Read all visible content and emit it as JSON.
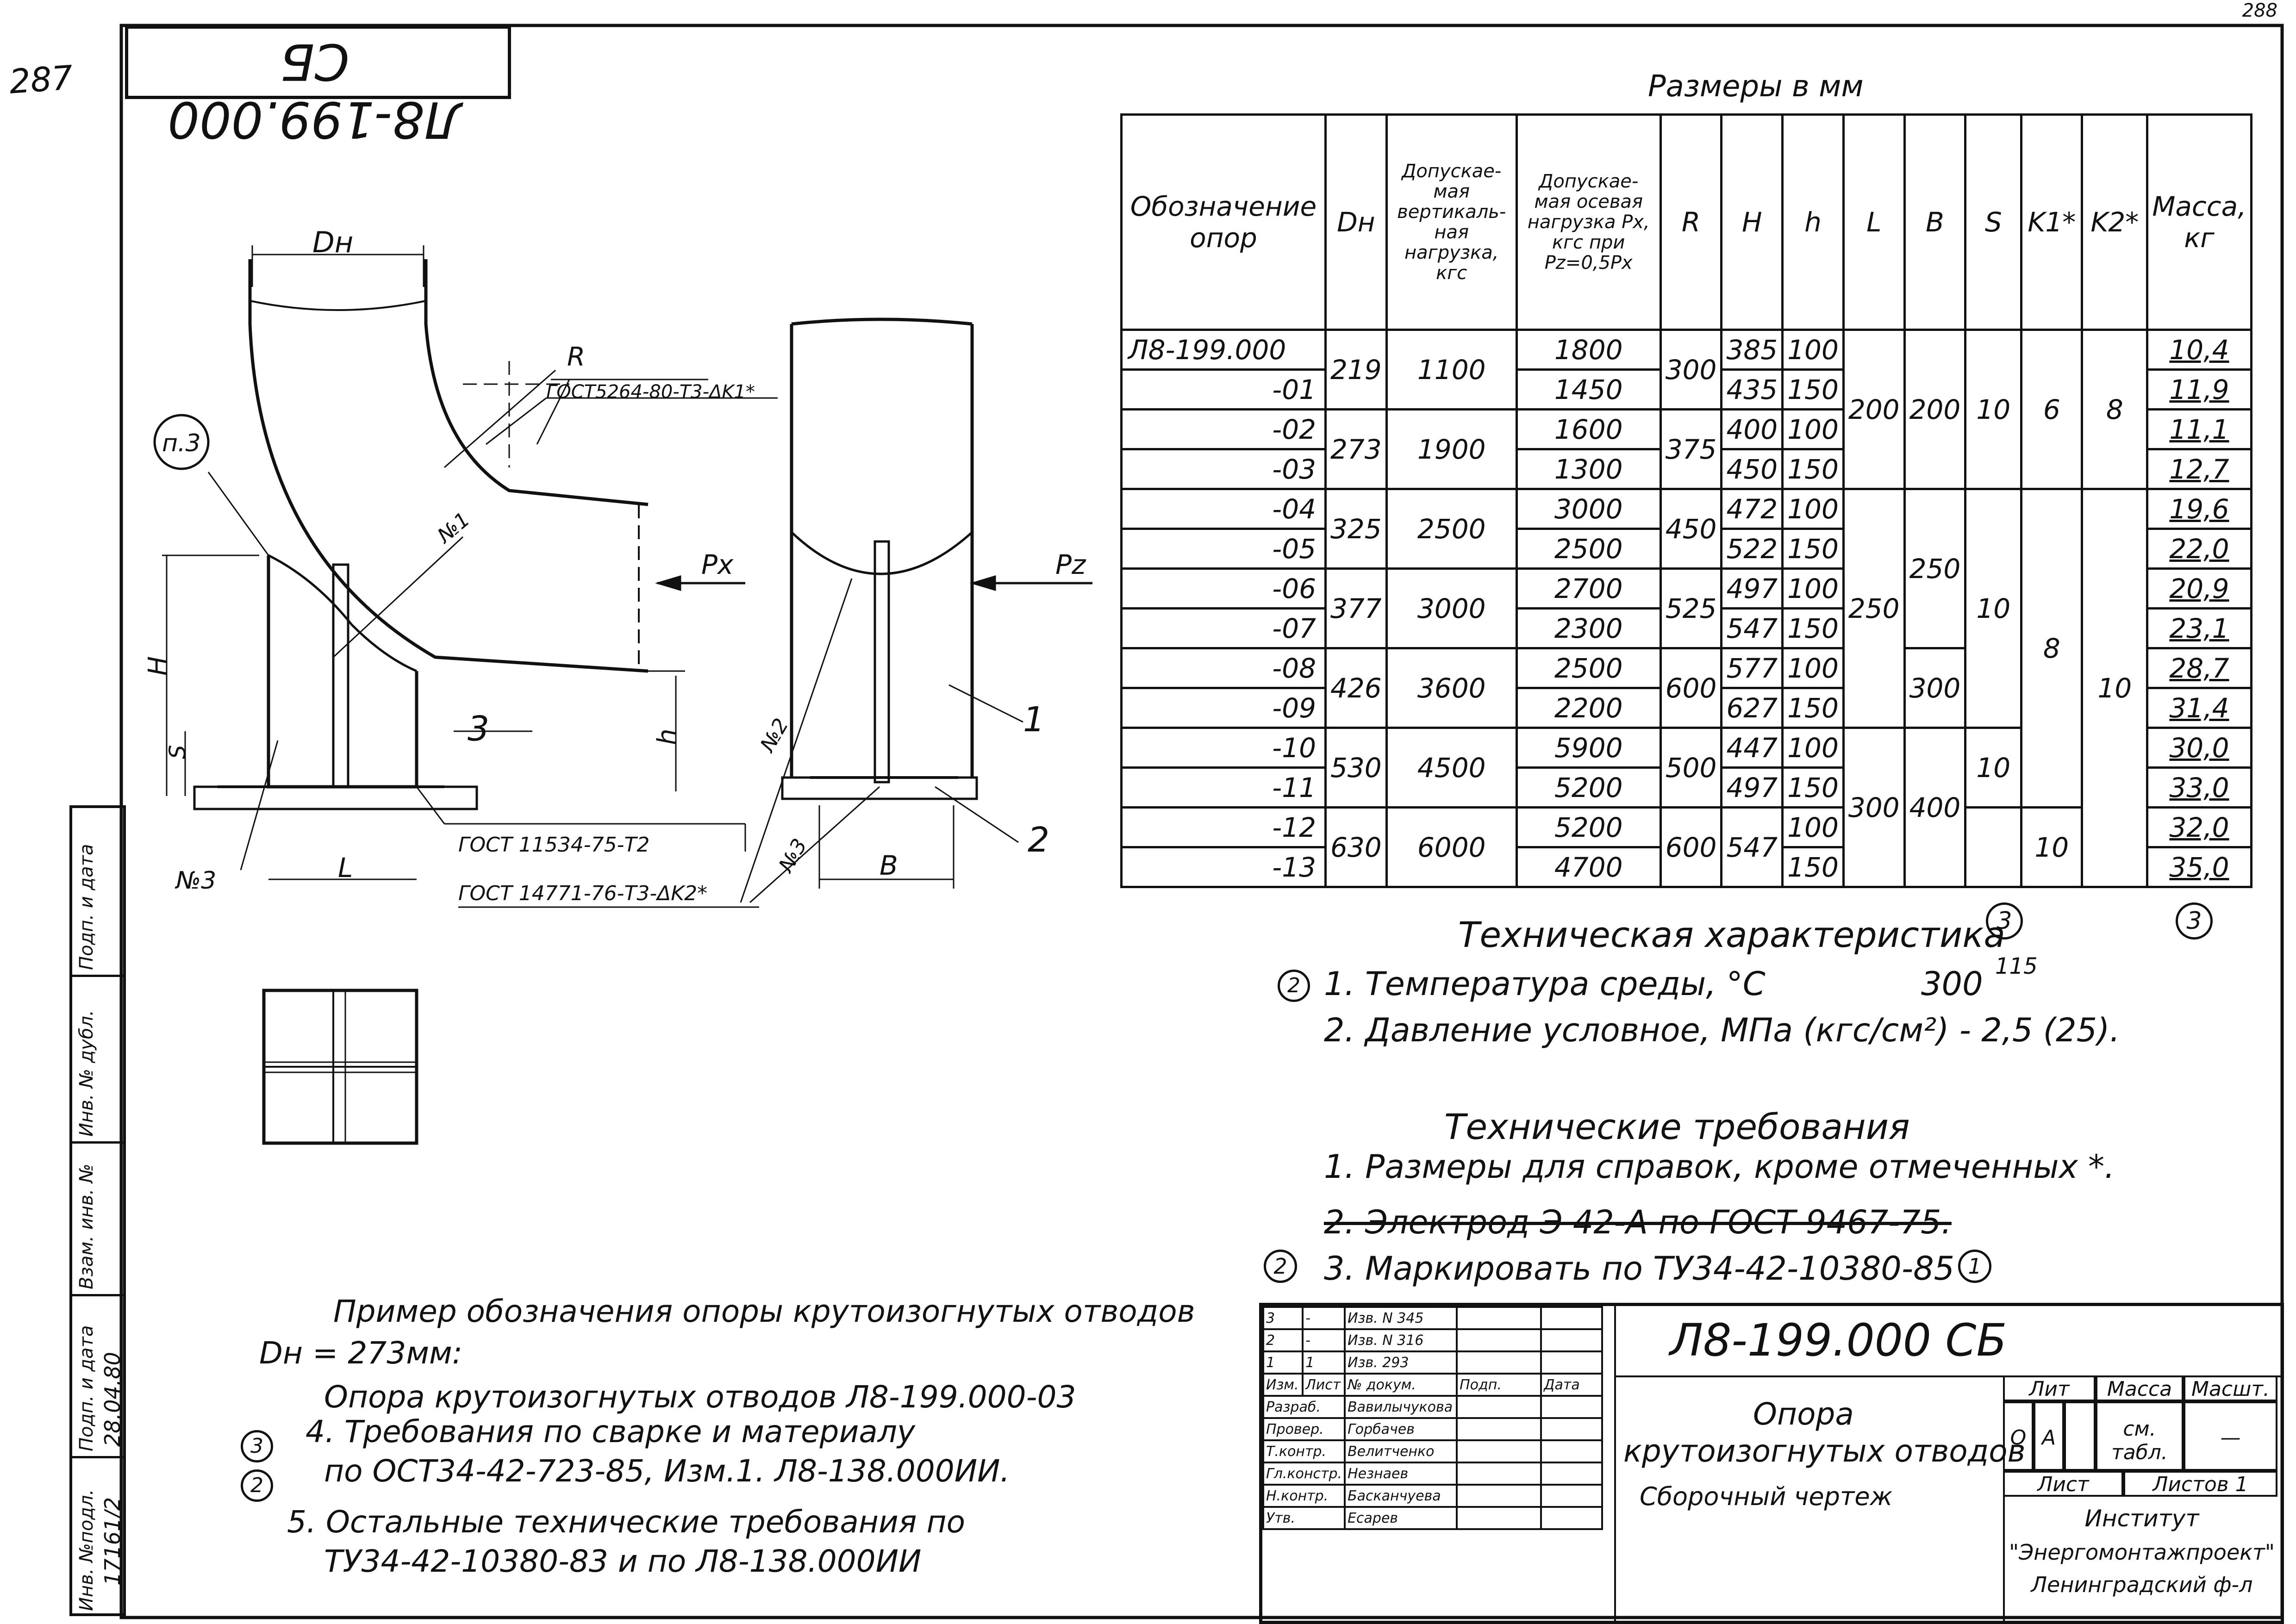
{
  "page_number": "287",
  "top_right_number": "288",
  "rotated_code": "Л8-199.000 СБ",
  "drawing": {
    "labels": {
      "dn": "Dн",
      "r": "R",
      "px": "Px",
      "pz": "Pz",
      "h_big": "H",
      "h_small": "h",
      "s": "S",
      "l": "L",
      "b": "B",
      "item1": "1",
      "item2": "2",
      "item3": "3",
      "pos3": "п.3",
      "weld1": "№1",
      "weld2": "№2",
      "weld3a": "№3",
      "weld3b": "№3",
      "gost_weld1": "ГОСТ5264-80-Т3-ΔK1*",
      "gost_weld2": "ГОСТ 11534-75-Т2",
      "gost_weld3": "ГОСТ 14771-76-Т3-ΔK2*"
    }
  },
  "dims_title": "Размеры в мм",
  "table": {
    "headers": [
      "Обозначение опор",
      "Dн",
      "Допускае-мая вертикаль-ная нагрузка, кгс",
      "Допускае-мая осевая нагрузка Px, кгс при Pz=0,5Px",
      "R",
      "H",
      "h",
      "L",
      "B",
      "S",
      "K1*",
      "K2*",
      "Масса, кг"
    ],
    "rows": [
      {
        "des": "Л8-199.000",
        "dn": "219",
        "vert": "1100",
        "axial": "1800",
        "r": "300",
        "H": "385",
        "h": "100",
        "L": "200",
        "B": "200",
        "S": "10",
        "K1": "6",
        "K2": "8",
        "mass": "10,4"
      },
      {
        "des": "-01",
        "axial": "1450",
        "H": "435",
        "h": "150",
        "mass": "11,9"
      },
      {
        "des": "-02",
        "dn": "273",
        "vert": "1900",
        "axial": "1600",
        "r": "375",
        "H": "400",
        "h": "100",
        "mass": "11,1"
      },
      {
        "des": "-03",
        "axial": "1300",
        "H": "450",
        "h": "150",
        "mass": "12,7"
      },
      {
        "des": "-04",
        "dn": "325",
        "vert": "2500",
        "axial": "3000",
        "r": "450",
        "H": "472",
        "h": "100",
        "L": "250",
        "B": "250",
        "S": "10",
        "K1": "8",
        "K2": "10",
        "mass": "19,6"
      },
      {
        "des": "-05",
        "axial": "2500",
        "H": "522",
        "h": "150",
        "mass": "22,0"
      },
      {
        "des": "-06",
        "dn": "377",
        "vert": "3000",
        "axial": "2700",
        "r": "525",
        "H": "497",
        "h": "100",
        "mass": "20,9"
      },
      {
        "des": "-07",
        "axial": "2300",
        "H": "547",
        "h": "150",
        "mass": "23,1"
      },
      {
        "des": "-08",
        "dn": "426",
        "vert": "3600",
        "axial": "2500",
        "r": "600",
        "H": "577",
        "h": "100",
        "B": "300",
        "mass": "28,7"
      },
      {
        "des": "-09",
        "axial": "2200",
        "H": "627",
        "h": "150",
        "mass": "31,4"
      },
      {
        "des": "-10",
        "dn": "530",
        "vert": "4500",
        "axial": "5900",
        "r": "500",
        "H": "447",
        "h": "100",
        "L": "300",
        "B": "400",
        "S": "10",
        "mass": "30,0"
      },
      {
        "des": "-11",
        "axial": "5200",
        "H": "497",
        "h": "150",
        "mass": "33,0"
      },
      {
        "des": "-12",
        "dn": "630",
        "vert": "6000",
        "axial": "5200",
        "r": "600",
        "h": "100",
        "K1": "10",
        "mass": "32,0"
      },
      {
        "des": "-13",
        "axial": "4700",
        "H": "547",
        "h": "150",
        "mass": "35,0"
      }
    ],
    "note_marks": [
      "3",
      "3"
    ]
  },
  "tech_char": {
    "title": "Техническая характеристика",
    "item1": "1. Температура среды, °С",
    "item1_value": "300",
    "item1_alt": "115",
    "item2": "2. Давление условное, МПа (кгс/см²) - 2,5 (25).",
    "mark": "2"
  },
  "tech_req": {
    "title": "Технические требования",
    "item1": "1. Размеры для справок, кроме отмеченных *.",
    "item2": "2. Электрод Э 42-А по ГОСТ 9467-75.",
    "item3": "3. Маркировать по ТУ34-42-10380-85",
    "mark2": "2",
    "mark1": "1"
  },
  "example": {
    "title": "Пример обозначения опоры крутоизогнутых отводов",
    "dn": "Dн = 273мм:",
    "full": "Опора крутоизогнутых отводов Л8-199.000-03",
    "item4a": "4. Требования по сварке и материалу",
    "item4b": "по ОСТ34-42-723-85, Изм.1. Л8-138.000ИИ.",
    "item5a": "5. Остальные технические требования по",
    "item5b": "ТУ34-42-10380-83 и по Л8-138.000ИИ",
    "mark3": "3",
    "mark2": "2"
  },
  "left_strip": {
    "labels": [
      "Инв. №подл.",
      "Подп. и дата",
      "Взам. инв. №",
      "Инв. № дубл.",
      "Подп. и дата"
    ],
    "inv_number": "17161/2",
    "date": "28.04.80"
  },
  "title_block": {
    "code": "Л8-199.000 СБ",
    "name_line1": "Опора",
    "name_line2": "крутоизогнутых отводов",
    "doc_type": "Сборочный чертеж",
    "revisions": [
      {
        "izm": "3",
        "list": "-",
        "doc": "Изв. N 345",
        "sign": "",
        "date": ""
      },
      {
        "izm": "2",
        "list": "-",
        "doc": "Изв. N 316",
        "sign": "",
        "date": ""
      },
      {
        "izm": "1",
        "list": "1",
        "doc": "Изв. 293",
        "sign": "",
        "date": ""
      }
    ],
    "rev_headers": [
      "Изм.",
      "Лист",
      "№ докум.",
      "Подп.",
      "Дата"
    ],
    "roles": [
      {
        "role": "Разраб.",
        "name": "Вавилычукова"
      },
      {
        "role": "Провер.",
        "name": "Горбачев"
      },
      {
        "role": "Т.контр.",
        "name": "Велитченко"
      },
      {
        "role": "Гл.констр.",
        "name": "Незнаев"
      },
      {
        "role": "Н.контр.",
        "name": "Басканчуева"
      },
      {
        "role": "Утв.",
        "name": "Есарев"
      }
    ],
    "lit_label": "Лит",
    "mass_label": "Масса",
    "scale_label": "Масшт.",
    "lit1": "О",
    "lit2": "А",
    "mass_value": "см. табл.",
    "scale_value": "—",
    "sheet_label": "Лист",
    "sheets_label": "Листов 1",
    "org1": "Институт",
    "org2": "\"Энергомонтажпроект\"",
    "org3": "Ленинградский ф-л"
  }
}
